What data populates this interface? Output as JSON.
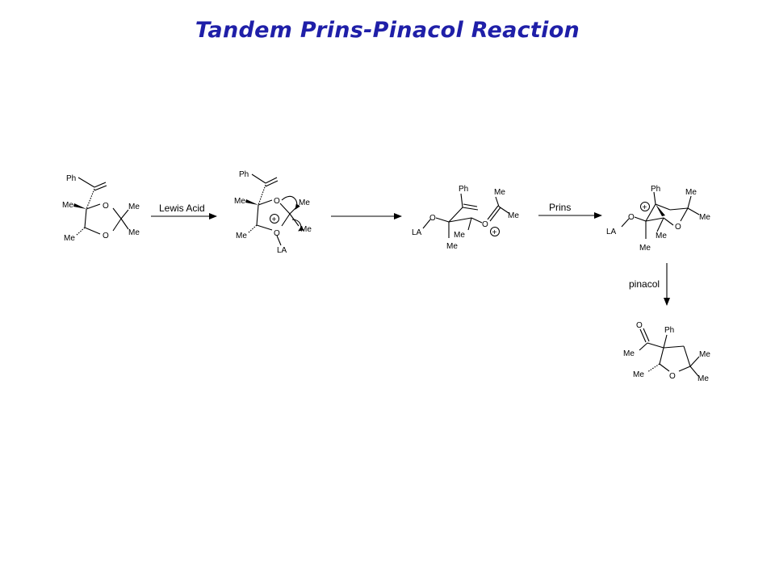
{
  "title": "Tandem Prins-Pinacol Reaction",
  "arrows": {
    "lewis_acid": "Lewis Acid",
    "prins": "Prins",
    "pinacol": "pinacol"
  },
  "atoms": {
    "ph": "Ph",
    "me": "Me",
    "o": "O",
    "la": "LA",
    "plus": "+"
  }
}
